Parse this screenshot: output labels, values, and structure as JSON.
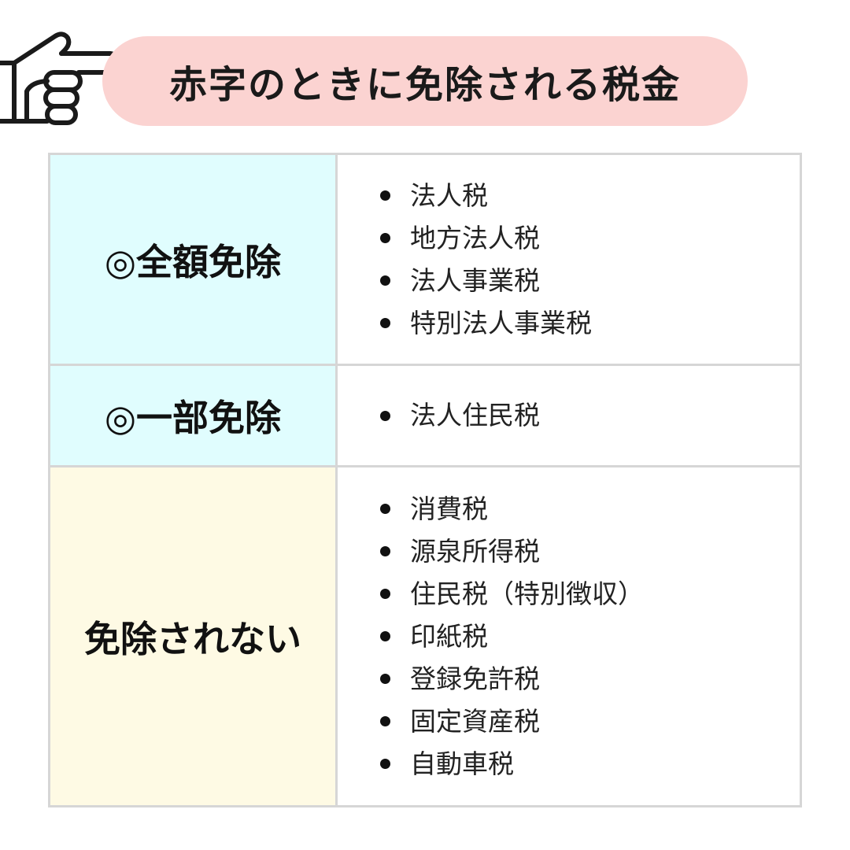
{
  "title": "赤字のときに免除される税金",
  "icon": "pointing-hand-icon",
  "colors": {
    "title_pill": "#fbd3d1",
    "full_exempt_bg": "#e0fdfe",
    "partial_exempt_bg": "#e0fdfe",
    "not_exempt_bg": "#fefae4",
    "border": "#d6d6d6"
  },
  "rows": [
    {
      "category": "◎全額免除",
      "items": [
        "法人税",
        "地方法人税",
        "法人事業税",
        "特別法人事業税"
      ]
    },
    {
      "category": "◎一部免除",
      "items": [
        "法人住民税"
      ]
    },
    {
      "category": "免除されない",
      "items": [
        "消費税",
        "源泉所得税",
        "住民税（特別徴収）",
        "印紙税",
        "登録免許税",
        "固定資産税",
        "自動車税"
      ]
    }
  ]
}
